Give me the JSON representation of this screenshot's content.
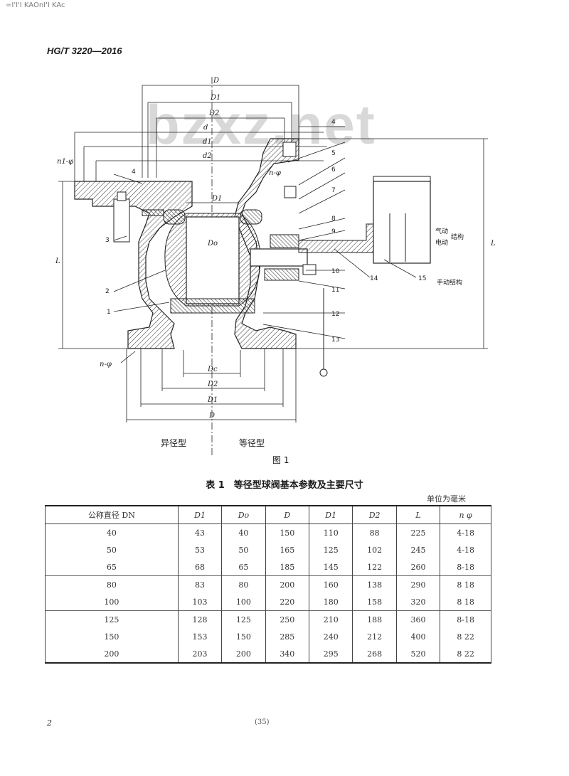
{
  "header": {
    "top_stamp": "=I'I'I KAOnI'I KAc",
    "standard_code": "HG/T 3220—2016",
    "watermark": "bzxz.net"
  },
  "figure": {
    "dim_labels": [
      "D",
      "D1",
      "D2",
      "d",
      "d1",
      "d2",
      "n1-φ",
      "n-φ",
      "L",
      "Do",
      "D1",
      "Dc",
      "D2",
      "D1",
      "D"
    ],
    "part_numbers": [
      "1",
      "2",
      "3",
      "4",
      "4",
      "5",
      "6",
      "7",
      "8",
      "9",
      "10",
      "11",
      "12",
      "13",
      "14",
      "15"
    ],
    "actuator_label_1": "气动",
    "actuator_label_2": "电动",
    "actuator_label_3": "结构",
    "manual_label": "手动结构",
    "left_type_label": "异径型",
    "right_type_label": "等径型",
    "caption": "图 1"
  },
  "table": {
    "title": "表 1　等径型球阀基本参数及主要尺寸",
    "unit_note": "单位为毫米",
    "headers": [
      "公称直径 DN",
      "D1",
      "Do",
      "D",
      "D1",
      "D2",
      "L",
      "n φ"
    ],
    "rows": [
      [
        "40",
        "43",
        "40",
        "150",
        "110",
        "88",
        "225",
        "4-18"
      ],
      [
        "50",
        "53",
        "50",
        "165",
        "125",
        "102",
        "245",
        "4-18"
      ],
      [
        "65",
        "68",
        "65",
        "185",
        "145",
        "122",
        "260",
        "8-18"
      ],
      [
        "80",
        "83",
        "80",
        "200",
        "160",
        "138",
        "290",
        "8 18"
      ],
      [
        "100",
        "103",
        "100",
        "220",
        "180",
        "158",
        "320",
        "8 18"
      ],
      [
        "125",
        "128",
        "125",
        "250",
        "210",
        "188",
        "360",
        "8-18"
      ],
      [
        "150",
        "153",
        "150",
        "285",
        "240",
        "212",
        "400",
        "8 22"
      ],
      [
        "200",
        "203",
        "200",
        "340",
        "295",
        "268",
        "520",
        "8 22"
      ]
    ]
  },
  "footer": {
    "page_number": "2",
    "sequence": "(35)"
  }
}
